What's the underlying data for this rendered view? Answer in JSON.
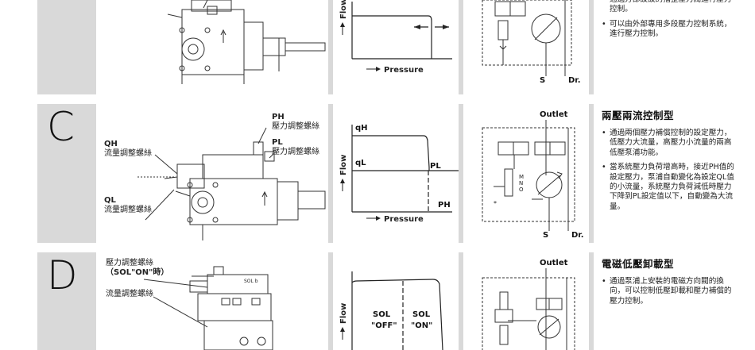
{
  "rowB": {
    "chart": {
      "y_axis": "Flow",
      "x_axis": "Pressure"
    },
    "circuit": {
      "s": "S",
      "dr": "Dr."
    },
    "desc": {
      "items": [
        "通過方部設設的指整壓力閥進行壓力控制。",
        "可以由外部專用多段壓力控制系統，進行壓力控制。"
      ]
    }
  },
  "rowC": {
    "letter": "C",
    "labels": {
      "qh_code": "QH",
      "qh_text": "流量調整螺絲",
      "ql_code": "QL",
      "ql_text": "流量調整螺絲",
      "ph_code": "PH",
      "ph_text": "壓力調整螺絲",
      "pl_code": "PL",
      "pl_text": "壓力調整螺絲"
    },
    "chart": {
      "y_axis": "Flow",
      "x_axis": "Pressure",
      "qh": "qH",
      "ql": "qL",
      "pl": "PL",
      "ph": "PH"
    },
    "circuit": {
      "outlet": "Outlet",
      "s": "S",
      "dr": "Dr.",
      "m": "M",
      "n": "N",
      "o": "O"
    },
    "desc": {
      "title": "兩壓兩流控制型",
      "items": [
        "通過兩個壓力補償控制的設定壓力，低壓力大流量，高壓力小流量的兩高低壓泵浦功能。",
        "當系統壓力負荷增高時，接近PH值的設定壓力，泵浦自動變化為設定QL值的小流量，系統壓力負荷減低時壓力下降到PL設定值以下，自動變為大流量。"
      ]
    }
  },
  "rowD": {
    "letter": "D",
    "labels": {
      "pressure_text": "壓力調整螺絲",
      "sol_on": "（SOL\"ON\"時）",
      "flow_text": "流量調整螺絲",
      "sol_b": "SOL b"
    },
    "chart": {
      "y_axis": "Flow",
      "sol": "SOL",
      "off": "\"OFF\"",
      "on": "\"ON\""
    },
    "circuit": {
      "outlet": "Outlet"
    },
    "desc": {
      "title": "電磁低壓卸載型",
      "items": [
        "通過泵浦上安裝的電磁方向閥的換向，可以控制低壓卸載和壓力補償的壓力控制。"
      ]
    }
  },
  "colors": {
    "row_bg": "#d9d9d9",
    "cell_bg": "#ffffff",
    "ink": "#222222"
  }
}
